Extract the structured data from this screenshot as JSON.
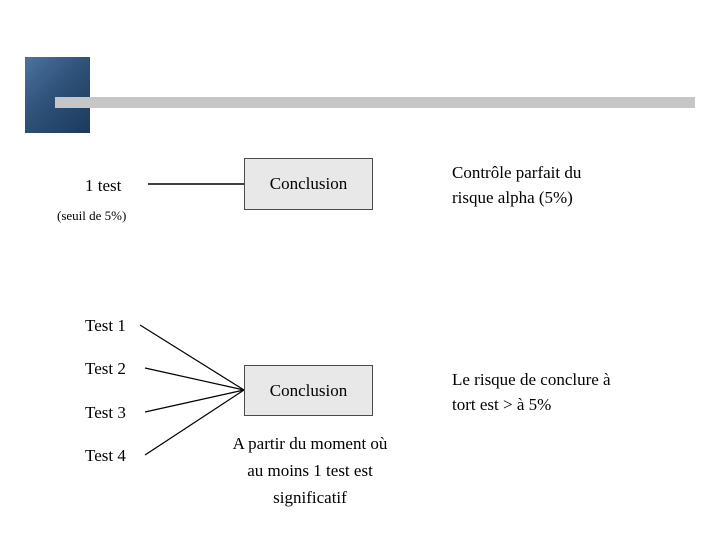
{
  "header": {
    "square_color": "#2f5279",
    "bar_color": "#c6c6c6"
  },
  "diagram": {
    "top": {
      "source_label": "1 test",
      "source_sub_label": "(seuil de 5%)",
      "box_label": "Conclusion",
      "result_line1": "Contrôle parfait du",
      "result_line2": "risque alpha (5%)"
    },
    "bottom": {
      "tests": [
        "Test 1",
        "Test 2",
        "Test 3",
        "Test 4"
      ],
      "box_label": "Conclusion",
      "caption_line1": "A partir du moment où",
      "caption_line2": "au moins 1 test est",
      "caption_line3": "significatif",
      "result_line1": "Le risque de conclure à",
      "result_line2": "tort est > à 5%"
    }
  }
}
